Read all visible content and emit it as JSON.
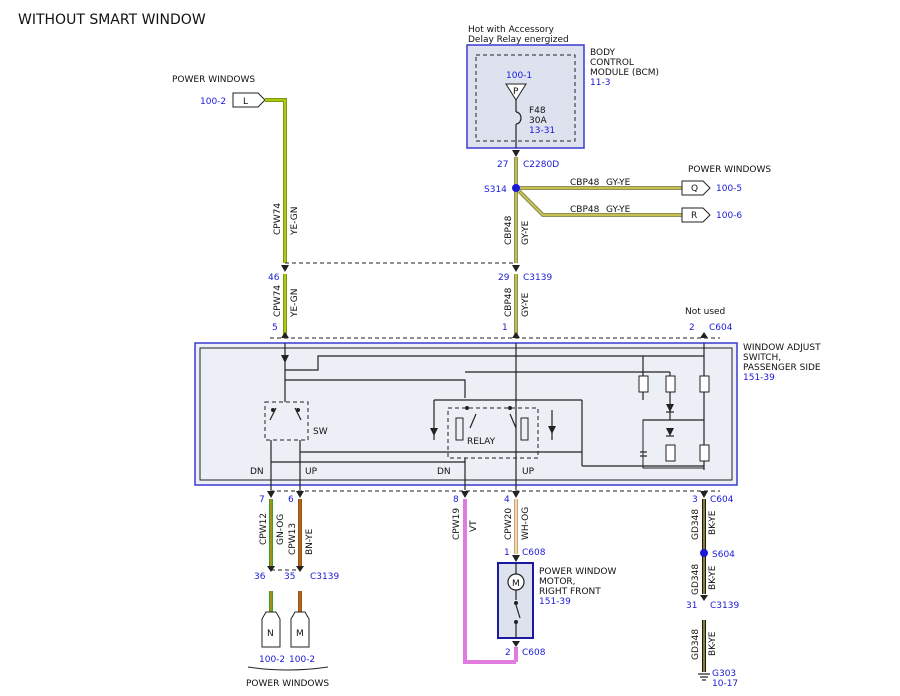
{
  "title": "WITHOUT SMART WINDOW",
  "colors": {
    "link": "#1a1ad6",
    "module_border": "#3a3ad0",
    "module_fill": "#dde2ee",
    "switch_border": "#3a3ad0",
    "switch_fill": "#eceff6",
    "ye_gn_a": "#c8d400",
    "ye_gn_b": "#6e9a1e",
    "gy_ye_a": "#8f8f5a",
    "gy_ye_b": "#d9d04a",
    "gn_og_a": "#3f9b2a",
    "gn_og_b": "#e08a10",
    "bn_ye_a": "#8a5a1c",
    "bn_ye_b": "#e0660a",
    "vt": "#e07be0",
    "wh_og": "#f2d7b0",
    "bk_ye_a": "#1a1a1a",
    "bk_ye_b": "#d6c44a"
  },
  "top_left": {
    "heading": "POWER WINDOWS",
    "ref": "100-2",
    "connector_letter": "L",
    "wire_id": "CPW74",
    "wire_color": "YE-GN"
  },
  "bcm": {
    "caption_line1": "Hot with Accessory",
    "caption_line2": "Delay Relay energized",
    "label_line1": "BODY",
    "label_line2": "CONTROL",
    "label_line3": "MODULE (BCM)",
    "ref": "11-3",
    "fuse_ref": "100-1",
    "fuse_letter": "P",
    "fuse_name": "F48",
    "fuse_rating": "30A",
    "fuse_page": "13-31",
    "pin": "27",
    "connector": "C2280D"
  },
  "splice_s314": {
    "name": "S314",
    "branch_wire": "CBP48",
    "branch_color": "GY-YE",
    "heading": "POWER WINDOWS",
    "branch_q_letter": "Q",
    "branch_q_ref": "100-5",
    "branch_r_letter": "R",
    "branch_r_ref": "100-6",
    "trunk_wire": "CBP48",
    "trunk_color": "GY-YE"
  },
  "c3139_top": {
    "pin_left": "46",
    "pin_right": "29",
    "connector": "C3139",
    "left_wire": "CPW74",
    "left_color": "YE-GN",
    "left_pin": "5",
    "right_wire": "CBP48",
    "right_color": "GY-YE",
    "right_pin": "1"
  },
  "not_used": {
    "label": "Not used",
    "pin": "2",
    "connector": "C604"
  },
  "switch": {
    "label_line1": "WINDOW ADJUST",
    "label_line2": "SWITCH,",
    "label_line3": "PASSENGER SIDE",
    "ref": "151-39",
    "sw_label": "SW",
    "relay_label": "RELAY",
    "dn1": "DN",
    "up1": "UP",
    "dn2": "DN",
    "up2": "UP"
  },
  "bottom_left": {
    "pin_a": "7",
    "pin_b": "6",
    "wire_a": "CPW12",
    "color_a": "GN-OG",
    "wire_b": "CPW13",
    "color_b": "BN-YE",
    "c3139_pin_a": "36",
    "c3139_pin_b": "35",
    "connector": "C3139",
    "letter_n": "N",
    "letter_m": "M",
    "ref_n": "100-2",
    "ref_m": "100-2",
    "heading": "POWER WINDOWS"
  },
  "motor": {
    "pin_vt": "8",
    "wire_vt": "CPW19",
    "color_vt": "VT",
    "pin_og": "4",
    "wire_og": "CPW20",
    "color_og": "WH-OG",
    "top_pin": "1",
    "top_connector": "C608",
    "label_line1": "POWER WINDOW",
    "label_line2": "MOTOR,",
    "label_line3": "RIGHT FRONT",
    "ref": "151-39",
    "symbol": "M",
    "bottom_pin": "2",
    "bottom_connector": "C608"
  },
  "ground": {
    "pin": "3",
    "connector": "C604",
    "wire1": "GD348",
    "color1": "BK-YE",
    "splice": "S604",
    "wire2": "GD348",
    "color2": "BK-YE",
    "pin2": "31",
    "connector2": "C3139",
    "wire3": "GD348",
    "color3": "BK-YE",
    "ground_id": "G303",
    "ground_ref": "10-17"
  }
}
